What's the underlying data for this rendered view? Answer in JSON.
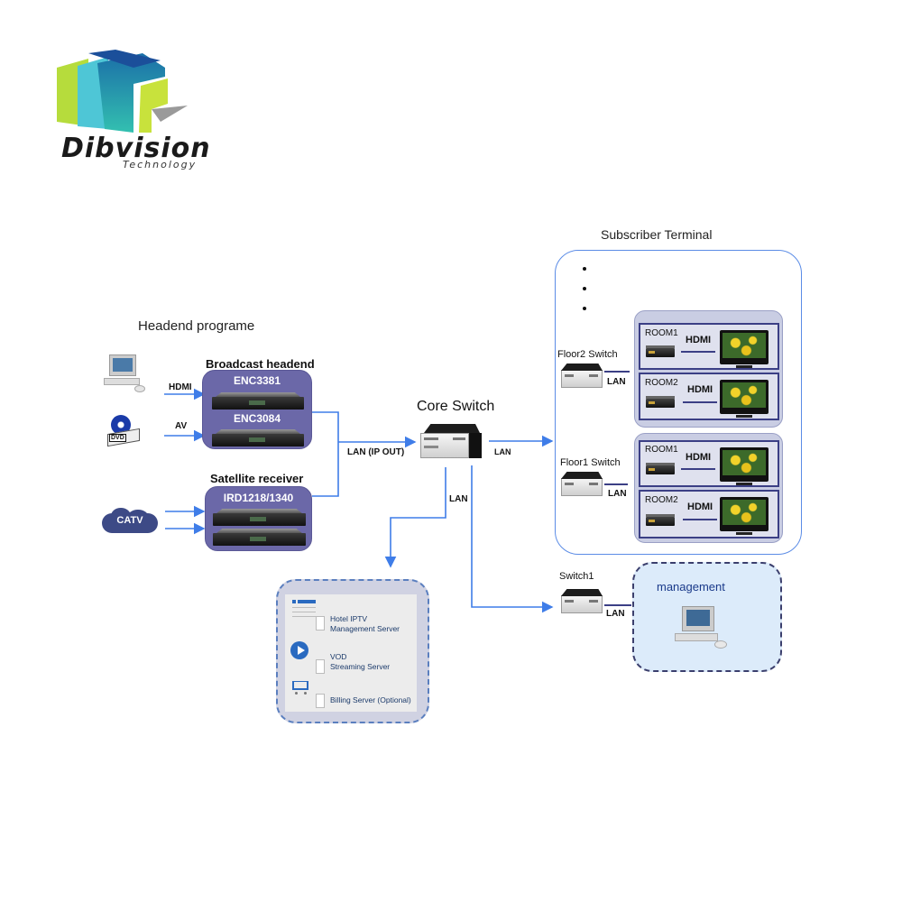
{
  "logo": {
    "brand": "Dibvision",
    "tagline": "Technology"
  },
  "headend": {
    "title": "Headend programe",
    "broadcast_group": {
      "title": "Broadcast headend",
      "devices": [
        {
          "name": "ENC3381"
        },
        {
          "name": "ENC3084"
        }
      ]
    },
    "satellite_group": {
      "title": "Satellite receiver",
      "devices": [
        {
          "name": "IRD1218/1340"
        }
      ]
    },
    "sources": [
      {
        "icon": "computer-icon",
        "link_label": "HDMI"
      },
      {
        "icon": "dvd-player-icon",
        "link_label": "AV"
      },
      {
        "icon": "catv-cloud-icon",
        "label": "CATV"
      }
    ],
    "output_label": "LAN (IP OUT)"
  },
  "core_switch": {
    "title": "Core Switch",
    "right_link_label": "LAN",
    "down_link_label": "LAN"
  },
  "subscriber": {
    "title": "Subscriber Terminal",
    "floors": [
      {
        "switch_label": "Floor2 Switch",
        "link_label": "LAN",
        "rooms": [
          {
            "name": "ROOM1",
            "link_label": "HDMI"
          },
          {
            "name": "ROOM2",
            "link_label": "HDMI"
          }
        ]
      },
      {
        "switch_label": "Floor1 Switch",
        "link_label": "LAN",
        "rooms": [
          {
            "name": "ROOM1",
            "link_label": "HDMI"
          },
          {
            "name": "ROOM2",
            "link_label": "HDMI"
          }
        ]
      }
    ]
  },
  "servers": [
    {
      "line1": "Hotel IPTV",
      "line2": "Management Server"
    },
    {
      "line1": "VOD",
      "line2": "Streaming Server"
    },
    {
      "line1": "Billing Server (Optional)",
      "line2": ""
    }
  ],
  "management": {
    "switch_label": "Switch1",
    "link_label": "LAN",
    "title": "management"
  },
  "colors": {
    "wire": "#3f7de8",
    "device_box": "#6b68a8",
    "room_border": "#3b3f85",
    "subscriber_frame": "#5b8ce6"
  }
}
